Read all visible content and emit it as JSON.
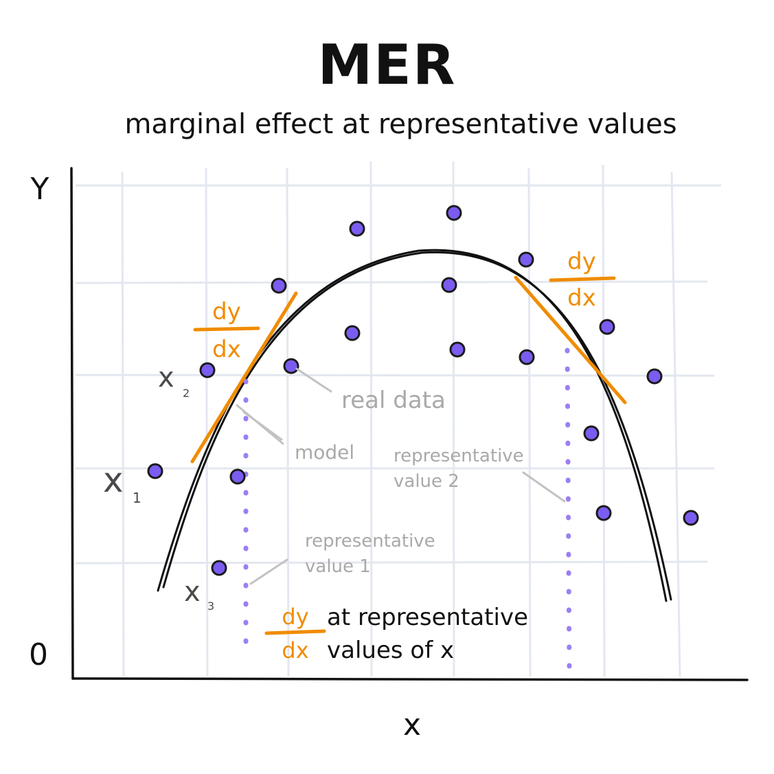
{
  "title": "MER",
  "subtitle": "marginal effect at representative values",
  "axes": {
    "y_label": "Y",
    "x_label": "x",
    "origin_label": "0"
  },
  "point_labels": [
    {
      "name": "x",
      "sub": "1"
    },
    {
      "name": "x",
      "sub": "2"
    },
    {
      "name": "x",
      "sub": "3"
    }
  ],
  "derivative": {
    "numerator": "dy",
    "denominator": "dx"
  },
  "annotations": {
    "real_data": "real data",
    "model": "model",
    "rep_value_1_line1": "representative",
    "rep_value_1_line2": "value 1",
    "rep_value_2_line1": "representative",
    "rep_value_2_line2": "value 2"
  },
  "legend": {
    "line1": "at representative",
    "line2": "values of x"
  },
  "colors": {
    "point_fill": "#7b5cf0",
    "tangent": "#f08c00",
    "rep_line": "#9b7ff2",
    "annotation": "#a9a9a9",
    "grid": "#e3e7ef",
    "ink": "#111111"
  }
}
